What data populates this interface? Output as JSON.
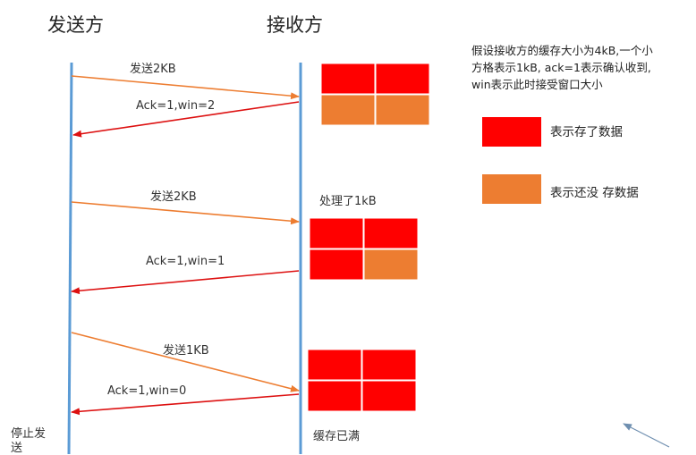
{
  "titles": {
    "sender": "发送方",
    "receiver": "接收方"
  },
  "colors": {
    "full": "#ff0000",
    "empty": "#ed7d31",
    "send_arrow": "#ed7d31",
    "ack_arrow": "#dd1111",
    "lifeline": "#5b9bd5",
    "cell_border": "#ffffff"
  },
  "note": [
    "假设接收方的缓存大小为4kB,一个小",
    "方格表示1kB,  ack=1表示确认收到,",
    "win表示此时接受窗口大小"
  ],
  "legend": [
    {
      "label": "表示存了数据",
      "color": "#ff0000"
    },
    {
      "label": "表示还没 存数据",
      "color": "#ed7d31"
    }
  ],
  "steps": [
    {
      "send_label": "发送2KB",
      "ack_label": "Ack=1,win=2",
      "buffer": [
        "full",
        "full",
        "empty",
        "empty"
      ],
      "buffer_caption": ""
    },
    {
      "send_label": "发送2KB",
      "ack_label": "Ack=1,win=1",
      "buffer": [
        "full",
        "full",
        "full",
        "empty"
      ],
      "buffer_caption": "处理了1kB"
    },
    {
      "send_label": "发送1KB",
      "ack_label": "Ack=1,win=0",
      "buffer": [
        "full",
        "full",
        "full",
        "full"
      ],
      "buffer_caption": "缓存已满"
    }
  ],
  "stop_label": [
    "停止发",
    "送"
  ]
}
